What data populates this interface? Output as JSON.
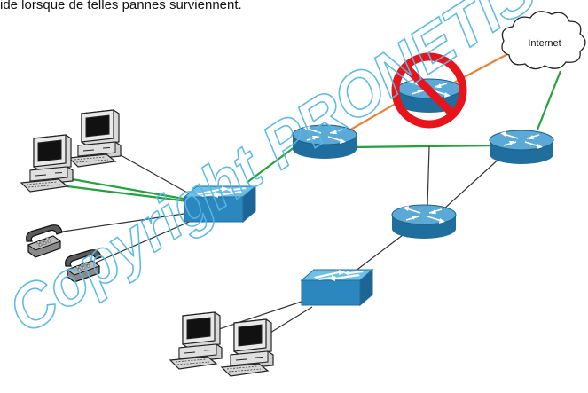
{
  "caption": "ide lorsque de telles pannes surviennent.",
  "cloud_label": "Internet",
  "watermark": "Copyright PRONETIS",
  "colors": {
    "link_lan": "#22a33a",
    "link_wan": "#e8833a",
    "link_plain": "#333333",
    "router_top": "#5aa9d6",
    "router_side": "#1f6e9e",
    "switch_top": "#6fc0e6",
    "switch_side": "#2b87bd",
    "block_sign": "#e8141c",
    "watermark_stroke": "#57b8e6"
  }
}
